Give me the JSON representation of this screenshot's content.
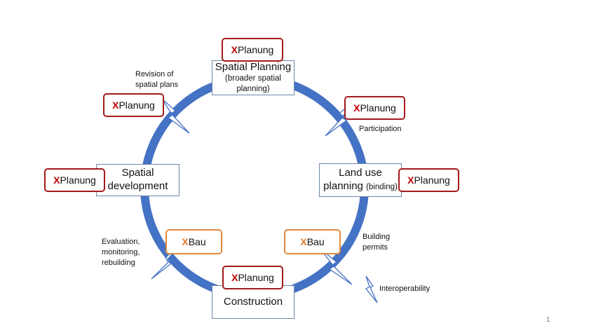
{
  "stages": {
    "spatial_planning": {
      "title": "Spatial Planning",
      "sub": "(broader spatial planning)"
    },
    "land_use": {
      "title": "Land use planning",
      "sub": "(binding)"
    },
    "construction": {
      "title": "Construction"
    },
    "spatial_development": {
      "title": "Spatial development"
    }
  },
  "tags": {
    "xplanung_x": "X",
    "xplanung_rest": "Planung",
    "xbau_x": "X",
    "xbau_rest": "Bau"
  },
  "notes": {
    "revision": "Revision of spatial plans",
    "participation": "Participation",
    "building_permits": "Building permits",
    "evaluation": "Evaluation, monitoring, rebuilding",
    "interoperability": "Interoperability"
  },
  "page_number": "1",
  "colors": {
    "ring": "#4472c4",
    "xplanung_border": "#a31a1a",
    "xbau_border": "#e08a3c",
    "bolt": "#4472c4"
  },
  "icons": {
    "lightning": "lightning-icon"
  }
}
